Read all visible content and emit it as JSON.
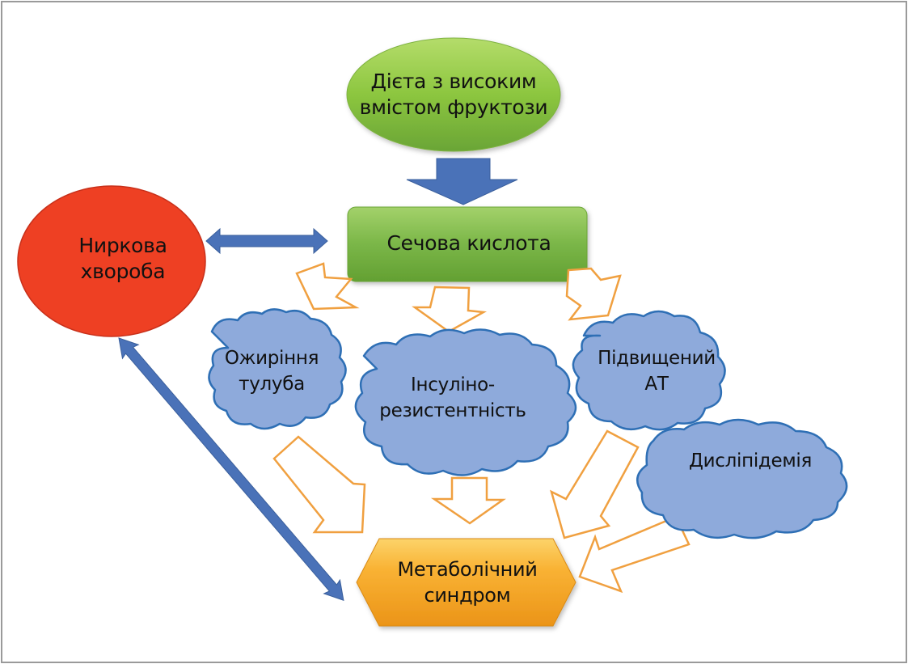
{
  "diagram": {
    "nodes": {
      "fructose_diet": {
        "label_line1": "Дієта з високим",
        "label_line2": "вмістом фруктози",
        "shape": "ellipse",
        "color": "#8cc63f"
      },
      "uric_acid": {
        "label": "Сечова кислота",
        "shape": "rounded-rect",
        "color": "#7ab648"
      },
      "kidney_disease": {
        "label_line1": "Ниркова",
        "label_line2": "хвороба",
        "shape": "ellipse",
        "color": "#ee4023"
      },
      "trunk_obesity": {
        "label_line1": "Ожиріння",
        "label_line2": "тулуба",
        "shape": "cloud",
        "color": "#8eaadb"
      },
      "insulin_resistance": {
        "label_line1": "Інсуліно-",
        "label_line2": "резистентність",
        "shape": "cloud",
        "color": "#8eaadb"
      },
      "high_bp": {
        "label_line1": "Підвищений",
        "label_line2": "АТ",
        "shape": "cloud",
        "color": "#8eaadb"
      },
      "dyslipidemia": {
        "label": "Дисліпідемія",
        "shape": "cloud",
        "color": "#8eaadb"
      },
      "metabolic_syndrome": {
        "label_line1": "Метаболічний",
        "label_line2": "синдром",
        "shape": "hexagon",
        "color": "#f5a623"
      }
    },
    "edges": [
      {
        "from": "fructose_diet",
        "to": "uric_acid",
        "style": "solid-blue"
      },
      {
        "from": "uric_acid",
        "to": "kidney_disease",
        "style": "double-blue"
      },
      {
        "from": "kidney_disease",
        "to": "metabolic_syndrome",
        "style": "double-blue"
      },
      {
        "from": "uric_acid",
        "to": "trunk_obesity",
        "style": "outline-orange"
      },
      {
        "from": "uric_acid",
        "to": "insulin_resistance",
        "style": "outline-orange"
      },
      {
        "from": "uric_acid",
        "to": "high_bp",
        "style": "outline-orange"
      },
      {
        "from": "trunk_obesity",
        "to": "metabolic_syndrome",
        "style": "outline-orange"
      },
      {
        "from": "insulin_resistance",
        "to": "metabolic_syndrome",
        "style": "outline-orange"
      },
      {
        "from": "high_bp",
        "to": "metabolic_syndrome",
        "style": "outline-orange"
      },
      {
        "from": "dyslipidemia",
        "to": "metabolic_syndrome",
        "style": "outline-orange"
      }
    ],
    "colors": {
      "blue_arrow": "#4a72b8",
      "orange_outline": "#f0a040",
      "cloud_stroke": "#2e6fb5",
      "frame": "#9a9a9a"
    }
  }
}
